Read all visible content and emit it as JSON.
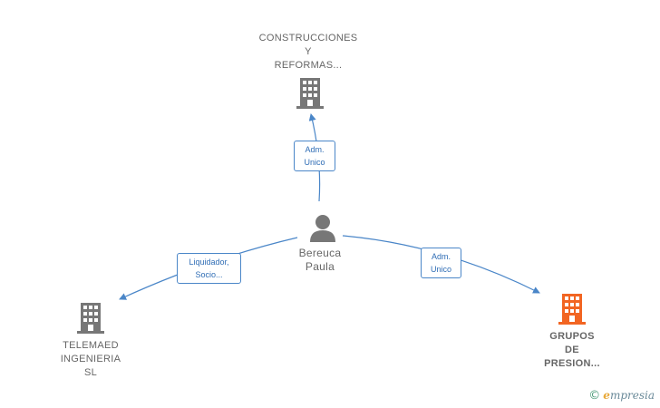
{
  "nodes": {
    "top": {
      "lines": [
        "CONSTRUCCIONES",
        "Y",
        "REFORMAS..."
      ],
      "type": "company",
      "color": "#777777"
    },
    "center": {
      "lines": [
        "Bereuca",
        "Paula"
      ],
      "type": "person",
      "color": "#777777"
    },
    "left": {
      "lines": [
        "TELEMAED",
        "INGENIERIA",
        "SL"
      ],
      "type": "company",
      "color": "#777777"
    },
    "right": {
      "lines": [
        "GRUPOS",
        "DE",
        "PRESION..."
      ],
      "type": "company",
      "color": "#f26522"
    }
  },
  "edges": {
    "to_top": {
      "lines": [
        "Adm.",
        "Unico"
      ]
    },
    "to_left": {
      "lines": [
        "Liquidador,",
        "Socio..."
      ]
    },
    "to_right": {
      "lines": [
        "Adm.",
        "Unico"
      ]
    }
  },
  "colors": {
    "edge": "#4a86c8"
  },
  "brand": {
    "copyright": "©",
    "initial": "e",
    "name": "mpresia"
  }
}
